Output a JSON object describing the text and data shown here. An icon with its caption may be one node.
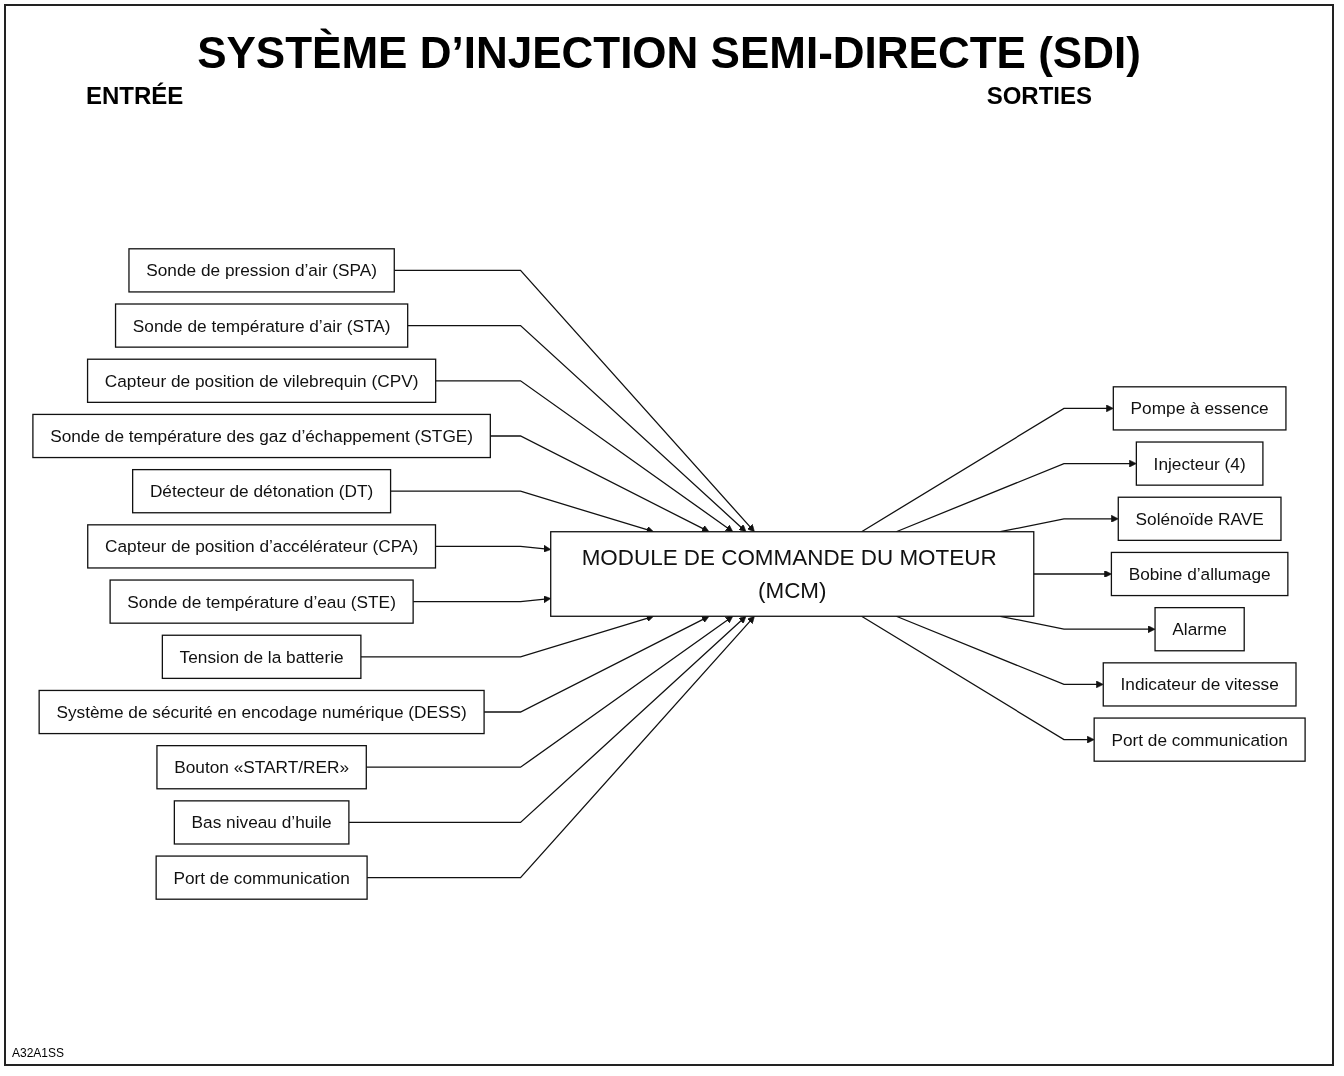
{
  "diagram": {
    "title": "SYSTÈME D’INJECTION SEMI-DIRECTE (SDI)",
    "nodes": [
      {
        "text": [
          "Sonde de pression d’air (SPA)"
        ]
      },
      {
        "text": [
          "Sonde de température d’air (STA)"
        ]
      },
      {
        "text": [
          "Capteur de position de vilebrequin (CPV)"
        ]
      },
      {
        "text": [
          "Sonde de température des gaz d’échappement (STGE)"
        ]
      },
      {
        "text": [
          "Détecteur de détonation (DT)"
        ]
      },
      {
        "text": [
          "Capteur de position d’accélérateur (CPA)"
        ]
      },
      {
        "text": [
          "Sonde de température d’eau (STE)"
        ]
      },
      {
        "text": [
          "Tension de la batterie"
        ]
      },
      {
        "text": [
          "Système de sécurité en encodage numérique (DESS)"
        ]
      },
      {
        "text": [
          "Bouton «START/RER»"
        ]
      },
      {
        "text": [
          "Bas niveau d’huile"
        ]
      },
      {
        "text": [
          "Port de communication"
        ]
      },
      {
        "text": [
          "MODULE DE COMMANDE DU MOTEUR (MCM)"
        ]
      },
      {
        "text": [
          "Pompe à essence"
        ]
      },
      {
        "text": [
          "Injecteur (4)"
        ]
      },
      {
        "text": [
          "Solénoïde RAVE"
        ]
      },
      {
        "text": [
          "Bobine d’allumage"
        ]
      },
      {
        "text": [
          "Alarme"
        ]
      },
      {
        "text": [
          "Indicateur de vitesse"
        ]
      },
      {
        "text": [
          "Port de communication"
        ]
      }
    ],
    "edges": [
      {
        "from": 0,
        "to": 12,
        "arrow": "to"
      },
      {
        "from": 1,
        "to": 12,
        "arrow": "to"
      },
      {
        "from": 2,
        "to": 12,
        "arrow": "to"
      },
      {
        "from": 3,
        "to": 12,
        "arrow": "to"
      },
      {
        "from": 4,
        "to": 12,
        "arrow": "to"
      },
      {
        "from": 5,
        "to": 12,
        "arrow": "to"
      },
      {
        "from": 6,
        "to": 12,
        "arrow": "to"
      },
      {
        "from": 7,
        "to": 12,
        "arrow": "to"
      },
      {
        "from": 8,
        "to": 12,
        "arrow": "to"
      },
      {
        "from": 9,
        "to": 12,
        "arrow": "to"
      },
      {
        "from": 10,
        "to": 12,
        "arrow": "to"
      },
      {
        "from": 11,
        "to": 12,
        "arrow": "to"
      },
      {
        "from": 12,
        "to": 13,
        "arrow": "to"
      },
      {
        "from": 12,
        "to": 14,
        "arrow": "to"
      },
      {
        "from": 12,
        "to": 15,
        "arrow": "to"
      },
      {
        "from": 12,
        "to": 16,
        "arrow": "to"
      },
      {
        "from": 12,
        "to": 17,
        "arrow": "to"
      },
      {
        "from": 12,
        "to": 18,
        "arrow": "to"
      },
      {
        "from": 12,
        "to": 19,
        "arrow": "to"
      }
    ],
    "labels": [
      "ENTRÉE",
      "SORTIES",
      "A32A1SS"
    ]
  }
}
